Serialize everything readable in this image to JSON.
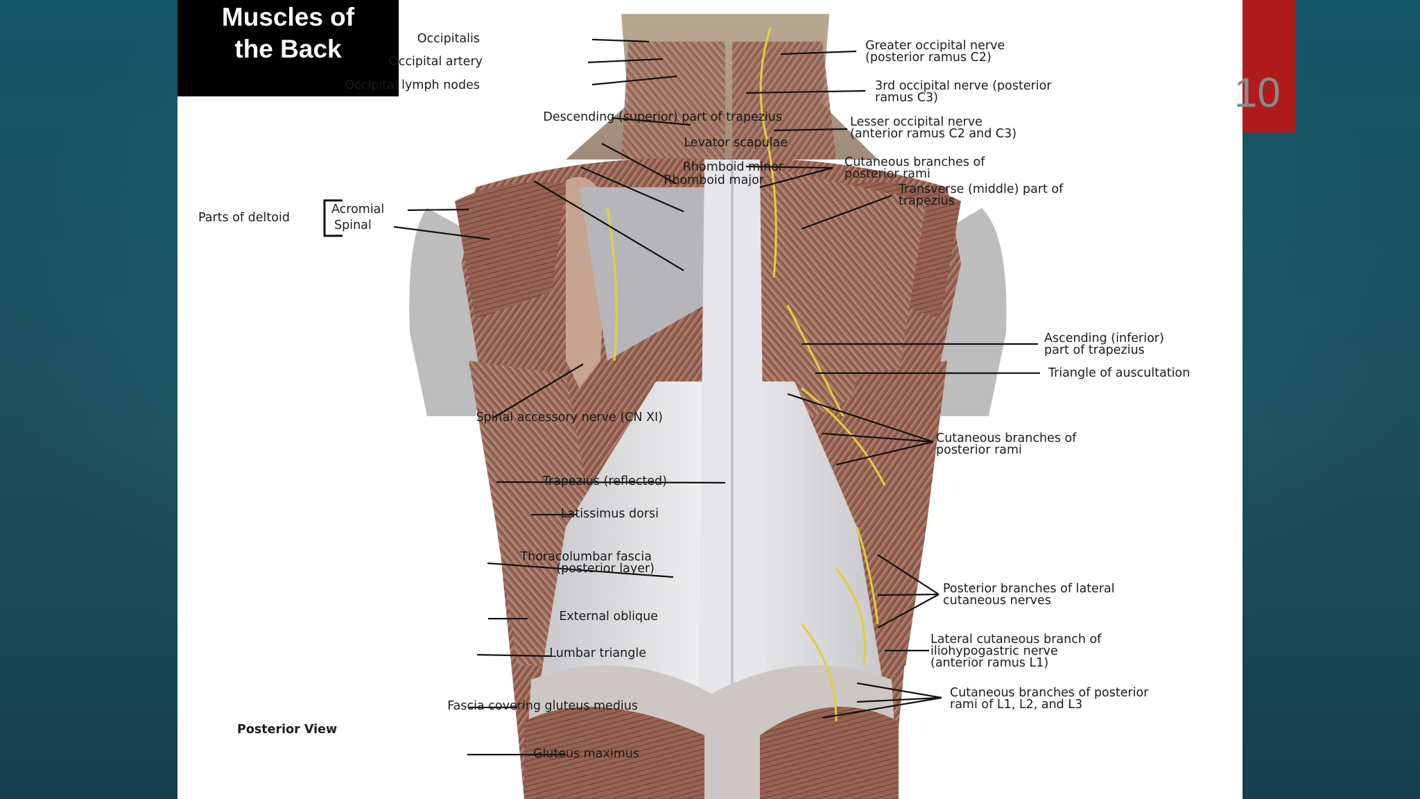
{
  "slide": {
    "title_line1": "Muscles of",
    "title_line2": "the Back",
    "slide_number": "10"
  },
  "figure": {
    "view_label": "Posterior View",
    "group_label_deltoid": "Parts of deltoid",
    "labels": [
      {
        "id": "occipitalis",
        "text": "Occipitalis"
      },
      {
        "id": "occipital-artery",
        "text": "Occipital artery"
      },
      {
        "id": "occipital-lymph-nodes",
        "text": "Occipital lymph nodes"
      },
      {
        "id": "descending-trapezius",
        "text": "Descending (superior) part of trapezius"
      },
      {
        "id": "levator-scapulae",
        "text": "Levator scapulae"
      },
      {
        "id": "rhomboid-minor",
        "text": "Rhomboid minor"
      },
      {
        "id": "rhomboid-major",
        "text": "Rhomboid major"
      },
      {
        "id": "acromial",
        "text": "Acromial"
      },
      {
        "id": "spinal",
        "text": "Spinal"
      },
      {
        "id": "spinal-accessory-nerve",
        "text": "Spinal accessory nerve (CN XI)"
      },
      {
        "id": "trapezius-reflected",
        "text": "Trapezius (reflected)"
      },
      {
        "id": "latissimus-dorsi",
        "text": "Latissimus dorsi"
      },
      {
        "id": "thoracolumbar-fascia-1",
        "text": "Thoracolumbar fascia"
      },
      {
        "id": "thoracolumbar-fascia-2",
        "text": "(posterior layer)"
      },
      {
        "id": "external-oblique",
        "text": "External oblique"
      },
      {
        "id": "lumbar-triangle",
        "text": "Lumbar triangle"
      },
      {
        "id": "fascia-gluteus-medius",
        "text": "Fascia covering gluteus medius"
      },
      {
        "id": "gluteus-maximus",
        "text": "Gluteus maximus"
      },
      {
        "id": "greater-occipital-1",
        "text": "Greater occipital nerve"
      },
      {
        "id": "greater-occipital-2",
        "text": "(posterior ramus C2)"
      },
      {
        "id": "third-occipital-1",
        "text": "3rd occipital nerve (posterior"
      },
      {
        "id": "third-occipital-2",
        "text": "ramus C3)"
      },
      {
        "id": "lesser-occipital-1",
        "text": "Lesser occipital nerve"
      },
      {
        "id": "lesser-occipital-2",
        "text": "(anterior ramus C2 and C3)"
      },
      {
        "id": "cutaneous-upper-1",
        "text": "Cutaneous branches of"
      },
      {
        "id": "cutaneous-upper-2",
        "text": "posterior rami"
      },
      {
        "id": "transverse-trapezius-1",
        "text": "Transverse (middle) part of"
      },
      {
        "id": "transverse-trapezius-2",
        "text": "trapezius"
      },
      {
        "id": "ascending-trapezius-1",
        "text": "Ascending (inferior)"
      },
      {
        "id": "ascending-trapezius-2",
        "text": "part of trapezius"
      },
      {
        "id": "triangle-auscultation",
        "text": "Triangle of auscultation"
      },
      {
        "id": "cutaneous-mid-1",
        "text": "Cutaneous branches of"
      },
      {
        "id": "cutaneous-mid-2",
        "text": "posterior rami"
      },
      {
        "id": "posterior-lateral-1",
        "text": "Posterior branches of lateral"
      },
      {
        "id": "posterior-lateral-2",
        "text": "cutaneous nerves"
      },
      {
        "id": "iliohypogastric-1",
        "text": "Lateral cutaneous branch of"
      },
      {
        "id": "iliohypogastric-2",
        "text": "iliohypogastric nerve"
      },
      {
        "id": "iliohypogastric-3",
        "text": "(anterior ramus L1)"
      },
      {
        "id": "cutaneous-lower-1",
        "text": "Cutaneous branches of posterior"
      },
      {
        "id": "cutaneous-lower-2",
        "text": "rami of L1, L2, and L3"
      }
    ]
  },
  "colors": {
    "background": "#1b4f5e",
    "title_box": "#000000",
    "accent_red": "#b01c1c",
    "muscle": "#9c6a5a",
    "fascia": "#d9d9dc",
    "nerve": "#e3cf3a"
  }
}
